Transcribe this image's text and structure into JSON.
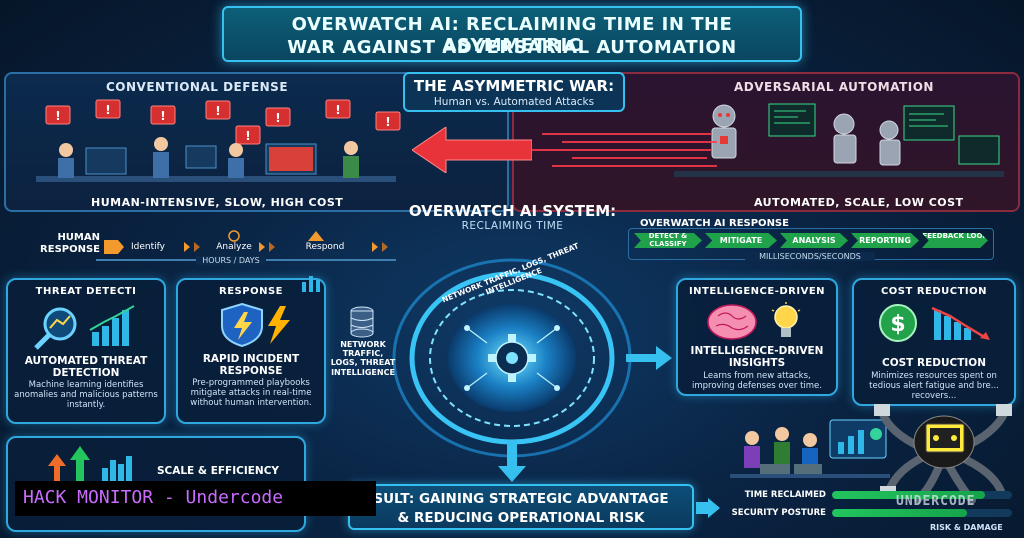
{
  "header": {
    "title_line1": "OVERWATCH AI: RECLAIMING TIME IN THE ASYMMETRIC",
    "title_line2": "WAR AGAINST ADVERSARIAL AUTOMATION"
  },
  "top": {
    "left_label": "CONVENTIONAL DEFENSE",
    "center_title": "THE ASYMMETRIC WAR:",
    "center_subtitle": "Human vs. Automated Attacks",
    "right_label": "ADVERSARIAL AUTOMATION",
    "left_caption": "HUMAN-INTENSIVE, SLOW, HIGH COST",
    "right_caption": "AUTOMATED, SCALE, LOW COST"
  },
  "system": {
    "title": "OVERWATCH AI SYSTEM:",
    "subtitle": "RECLAIMING TIME"
  },
  "human_response": {
    "label_line1": "HUMAN",
    "label_line2": "RESPONSE",
    "steps": [
      "Identify",
      "Analyze",
      "Respond"
    ],
    "duration": "HOURS / DAYS"
  },
  "ai_response": {
    "label": "OVERWATCH AI RESPONSE",
    "steps": [
      "DETECT & CLASSIFY",
      "MITIGATE",
      "ANALYSIS",
      "REPORTING",
      "FEEDBACK LOOP"
    ],
    "duration": "MILLISECONDS/SECONDS"
  },
  "ring_label": "NETWORK TRAFFIC, LOGS, THREAT INTELLIGENCE",
  "input_label": "NETWORK TRAFFIC, LOGS, THREAT INTELLIGENCE",
  "cards": {
    "threat": {
      "header": "THREAT DETECTI",
      "title": "AUTOMATED THREAT DETECTION",
      "desc": "Machine learning identifies anomalies and malicious patterns instantly."
    },
    "response": {
      "header": "RESPONSE",
      "title": "RAPID INCIDENT RESPONSE",
      "desc": "Pre-programmed playbooks mitigate attacks in real-time without human intervention."
    },
    "intel": {
      "header": "INTELLIGENCE-DRIVEN",
      "title": "INTELLIGENCE-DRIVEN INSIGHTS",
      "desc": "Learns from new attacks, improving defenses over time."
    },
    "cost": {
      "header": "COST REDUCTION",
      "title": "COST REDUCTION",
      "desc": "Minimizes resources spent on tedious alert fatigue and bre... recovers..."
    },
    "scale": {
      "title": "SCALE & EFFICIENCY"
    }
  },
  "result": {
    "line1": "SULT: GAINING STRATEGIC ADVANTAGE",
    "line2": "& REDUCING OPERATIONAL RISK"
  },
  "metrics": [
    {
      "label": "TIME RECLAIMED",
      "value": 0.85
    },
    {
      "label": "SECURITY POSTURE",
      "value": 0.75
    }
  ],
  "metrics_footer": "RISK & DAMAGE",
  "watermark": "HACK MONITOR - Undercode",
  "logo_text": "UNDERCODE",
  "colors": {
    "accent": "#2fa8e0",
    "danger": "#e53935",
    "success": "#1fa24a",
    "watermark_text": "#c86bff"
  }
}
